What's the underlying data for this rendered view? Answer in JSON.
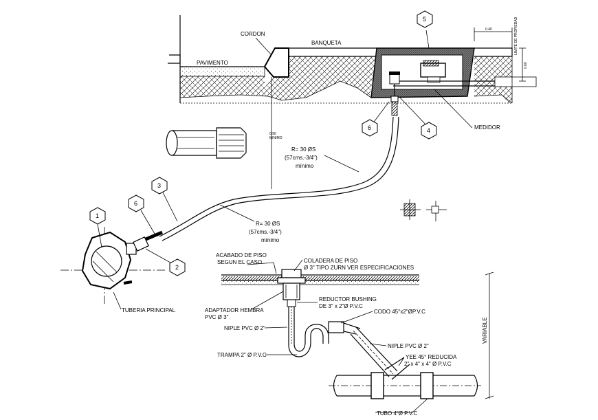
{
  "top_section": {
    "cordon": "CORDON",
    "banqueta": "BANQUETA",
    "pavimento": "PAVIMENTO",
    "medidor": "MEDIDOR",
    "dim_040": "0.40",
    "dim_060": "0.60",
    "linea_propiedad": "LIMITE DE PROPIEDAD",
    "radius_upper": {
      "line1": "R= 30 ØS",
      "line2": "(57cms.-3/4\")",
      "line3": "mínimo"
    },
    "radius_lower": {
      "line1": "R= 30 ØS",
      "line2": "(57cms.-3/4\")",
      "line3": "mínimo"
    },
    "vertical_note": {
      "line1": "0.90",
      "line2": "MINIMO"
    },
    "tuberia": "TUBERIA PRINCIPAL",
    "callouts": [
      "1",
      "2",
      "3",
      "4",
      "5",
      "6",
      "6"
    ]
  },
  "bottom_section": {
    "acabado": {
      "line1": "ACABADO DE PISO",
      "line2": "SEGUN EL CASO"
    },
    "coladera": {
      "line1": "COLADERA DE PISO",
      "line2": "Ø 3\" TIPO ZURN VER ESPECIFICACIONES"
    },
    "adaptador": {
      "line1": "ADAPTADOR HEMBRA",
      "line2": "PVC Ø 3\""
    },
    "reductor": {
      "line1": "REDUCTOR BUSHING",
      "line2": "DE 3\" x 2\"Ø P.V.C"
    },
    "niple_left": "NIPLE PVC Ø 2\"",
    "codo": "CODO 45°x2\"ØP.V.C",
    "niple_right": "NIPLE PVC Ø 2\"",
    "yee": {
      "line1": "YEE 45° REDUCIDA",
      "line2": "2\" x 4\" x 4\" Ø P.V.C"
    },
    "trampa": "TRAMPA 2\" Ø P.V.C",
    "variable": "VARIABLE",
    "tubo": "TUBO 4\"Ø P.V.C"
  }
}
